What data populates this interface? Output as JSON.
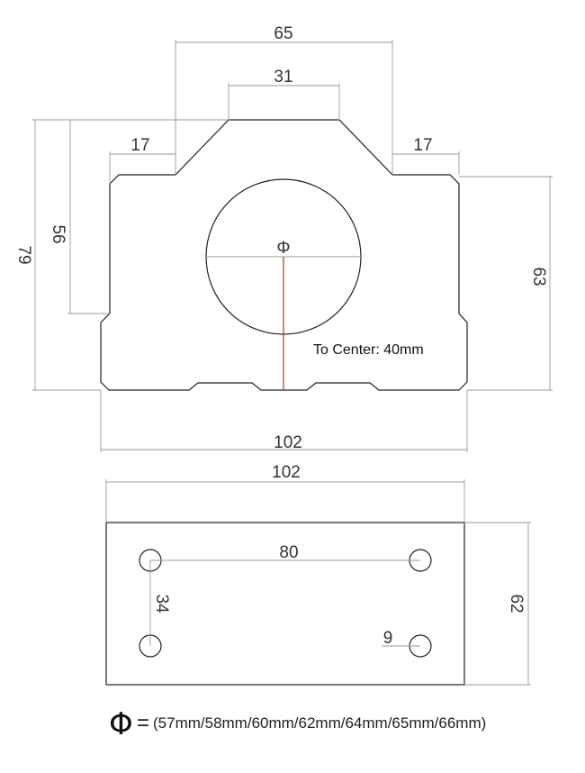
{
  "front_view": {
    "dim_top_width": "65",
    "dim_top_flat": "31",
    "dim_left_step": "17",
    "dim_right_step": "17",
    "dim_outer_height": "79",
    "dim_inner_height": "56",
    "dim_right_height": "63",
    "dim_bottom_width": "102",
    "bore_symbol": "Φ",
    "center_note": "To Center: 40mm"
  },
  "base_view": {
    "dim_width": "102",
    "dim_hole_spacing_x": "80",
    "dim_hole_spacing_y": "34",
    "dim_hole_diameter": "9",
    "dim_height": "62"
  },
  "legend": {
    "symbol": "Φ",
    "equals": "=",
    "sizes": "(57mm/58mm/60mm/62mm/64mm/65mm/66mm)"
  },
  "colors": {
    "outline": "#222222",
    "dimension": "#9a9a9a",
    "center_line": "#c23b3b"
  }
}
